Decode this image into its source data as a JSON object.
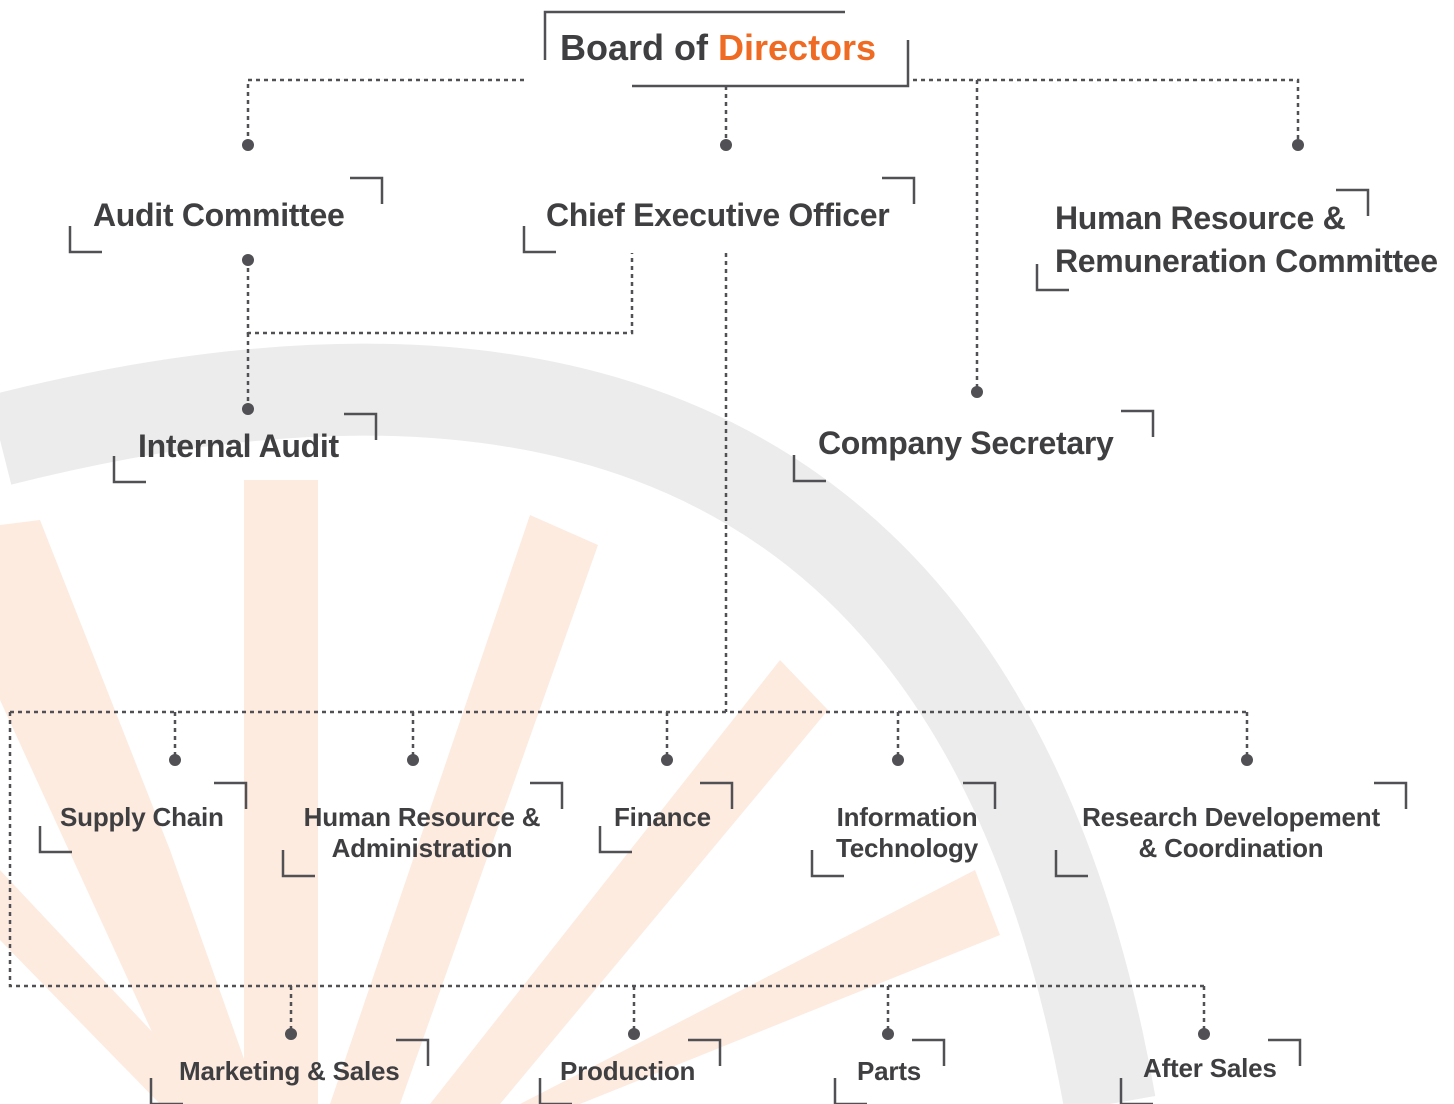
{
  "colors": {
    "text": "#3f3f42",
    "accent": "#ef6a22",
    "lines": "#505055",
    "wheel_rim": "#ececec",
    "wheel_spokes": "#fdebe0"
  },
  "board": {
    "title": "Board of",
    "highlight": "Directors"
  },
  "top_level": {
    "audit_committee": "Audit Committee",
    "ceo": "Chief Executive Officer",
    "hr_committee_line1": "Human Resource &",
    "hr_committee_line2": "Remuneration Committee",
    "internal_audit": "Internal Audit",
    "company_secretary": "Company Secretary"
  },
  "departments_row1": [
    {
      "line1": "Supply Chain"
    },
    {
      "line1": "Human Resource &",
      "line2": "Administration"
    },
    {
      "line1": "Finance"
    },
    {
      "line1": "Information",
      "line2": "Technology"
    },
    {
      "line1": "Research Developement",
      "line2": "& Coordination"
    }
  ],
  "departments_row2": [
    {
      "line1": "Marketing & Sales"
    },
    {
      "line1": "Production"
    },
    {
      "line1": "Parts"
    },
    {
      "line1": "After Sales"
    }
  ]
}
